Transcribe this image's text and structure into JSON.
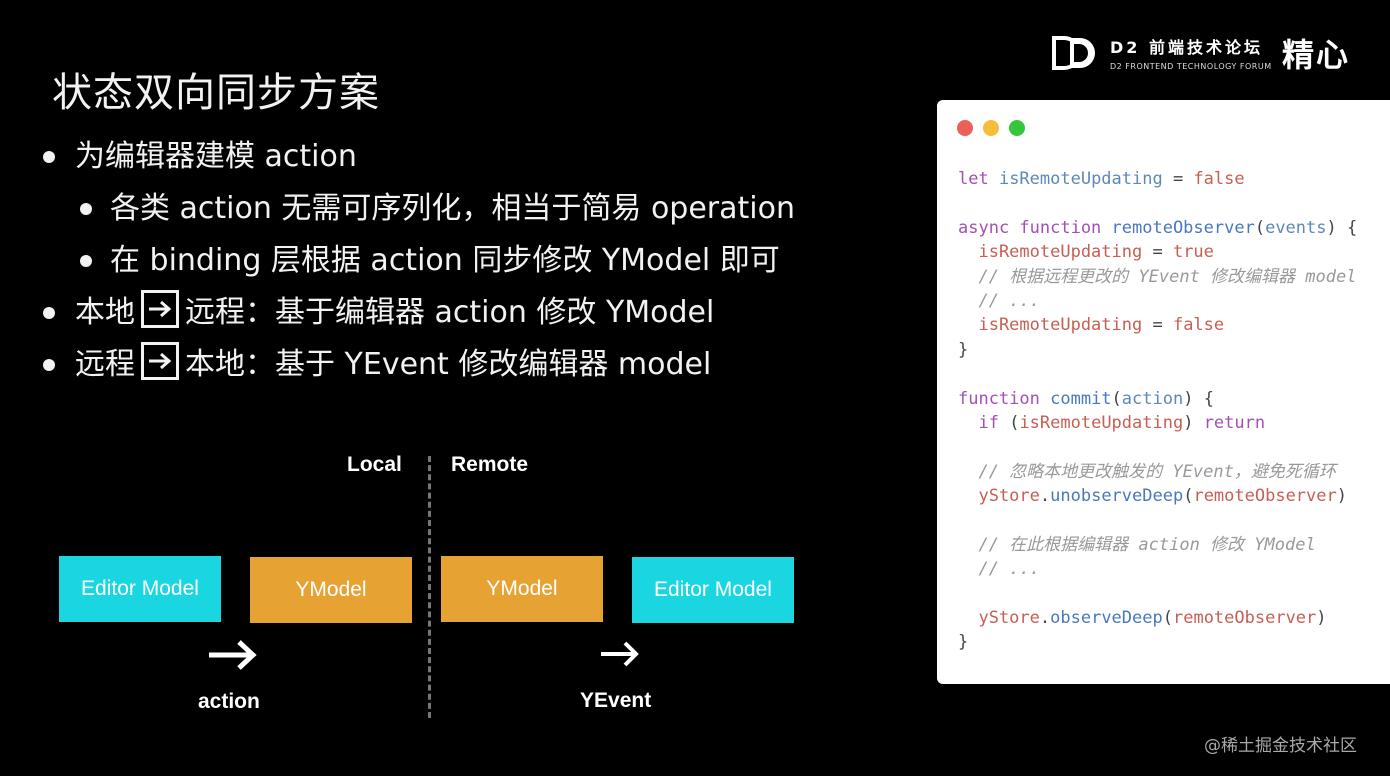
{
  "slide": {
    "title": "状态双向同步方案"
  },
  "logo": {
    "brand_cn": "D2 前端技术论坛",
    "brand_en": "D2 FRONTEND TECHNOLOGY FORUM",
    "partner": "精心"
  },
  "bullets": [
    {
      "level": 1,
      "text": "为编辑器建模 action"
    },
    {
      "level": 2,
      "text": "各类 action 无需可序列化，相当于简易 operation"
    },
    {
      "level": 2,
      "text": "在 binding 层根据 action 同步修改 YModel 即可"
    },
    {
      "level": 1,
      "left": "本地",
      "right": "远程：基于编辑器 action 修改 YModel"
    },
    {
      "level": 1,
      "left": "远程",
      "right": "本地：基于 YEvent 修改编辑器 model"
    }
  ],
  "diagram": {
    "local_label": "Local",
    "remote_label": "Remote",
    "boxes": [
      "Editor Model",
      "YModel",
      "YModel",
      "Editor Model"
    ],
    "arrow_labels": [
      "action",
      "YEvent"
    ],
    "colors": {
      "cyan": "#1ad6e0",
      "orange": "#e6a233"
    }
  },
  "code_window": {
    "traffic_lights": [
      "#ec5f57",
      "#f4bd3a",
      "#35c63e"
    ],
    "lines": [
      [
        [
          "kw",
          "let "
        ],
        [
          "vr",
          "isRemoteUpdating"
        ],
        [
          "pl",
          " = "
        ],
        [
          "ac",
          "false"
        ]
      ],
      [],
      [
        [
          "kw",
          "async function "
        ],
        [
          "fn",
          "remoteObserver"
        ],
        [
          "pl",
          "("
        ],
        [
          "vr",
          "events"
        ],
        [
          "pl",
          ") {"
        ]
      ],
      [
        [
          "ac",
          "  isRemoteUpdating"
        ],
        [
          "pl",
          " = "
        ],
        [
          "ac",
          "true"
        ]
      ],
      [
        [
          "cm",
          "  // 根据远程更改的 YEvent 修改编辑器 model"
        ]
      ],
      [
        [
          "cm",
          "  // ..."
        ]
      ],
      [
        [
          "ac",
          "  isRemoteUpdating"
        ],
        [
          "pl",
          " = "
        ],
        [
          "ac",
          "false"
        ]
      ],
      [
        [
          "pl",
          "}"
        ]
      ],
      [],
      [
        [
          "kw",
          "function "
        ],
        [
          "fn",
          "commit"
        ],
        [
          "pl",
          "("
        ],
        [
          "vr",
          "action"
        ],
        [
          "pl",
          ") {"
        ]
      ],
      [
        [
          "kw",
          "  if "
        ],
        [
          "pl",
          "("
        ],
        [
          "ac",
          "isRemoteUpdating"
        ],
        [
          "pl",
          ") "
        ],
        [
          "kw",
          "return"
        ]
      ],
      [],
      [
        [
          "cm",
          "  // 忽略本地更改触发的 YEvent，避免死循环"
        ]
      ],
      [
        [
          "ac",
          "  yStore"
        ],
        [
          "pl",
          "."
        ],
        [
          "fn",
          "unobserveDeep"
        ],
        [
          "pl",
          "("
        ],
        [
          "ac",
          "remoteObserver"
        ],
        [
          "pl",
          ")"
        ]
      ],
      [],
      [
        [
          "cm",
          "  // 在此根据编辑器 action 修改 YModel"
        ]
      ],
      [
        [
          "cm",
          "  // ..."
        ]
      ],
      [],
      [
        [
          "ac",
          "  yStore"
        ],
        [
          "pl",
          "."
        ],
        [
          "fn",
          "observeDeep"
        ],
        [
          "pl",
          "("
        ],
        [
          "ac",
          "remoteObserver"
        ],
        [
          "pl",
          ")"
        ]
      ],
      [
        [
          "pl",
          "}"
        ]
      ]
    ]
  },
  "watermark": "@稀土掘金技术社区"
}
